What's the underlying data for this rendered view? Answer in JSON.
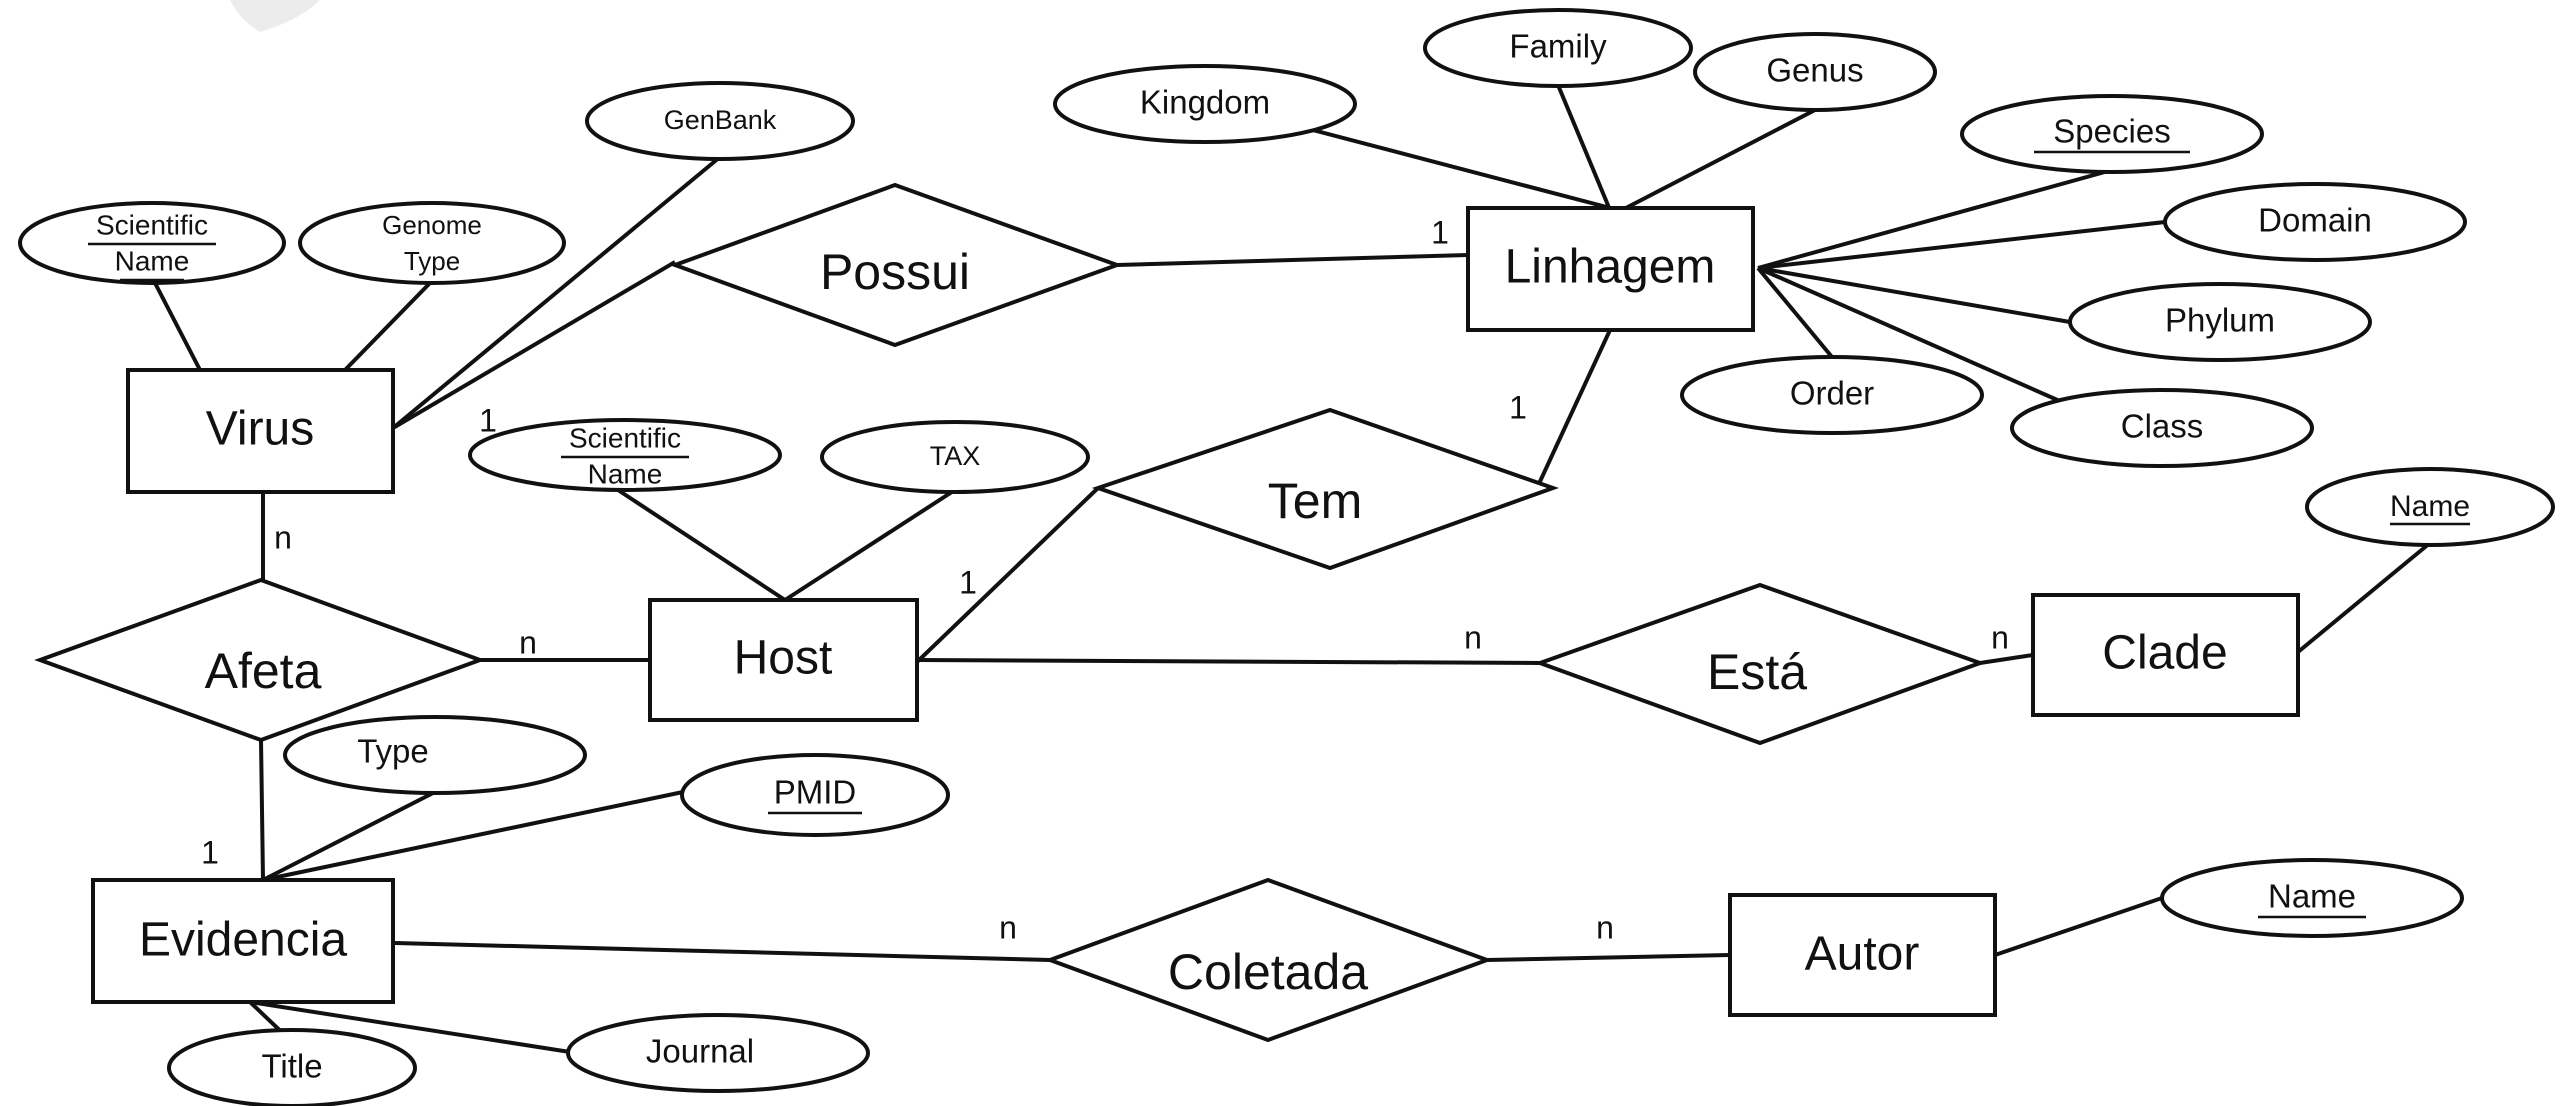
{
  "entities": {
    "virus": "Virus",
    "linhagem": "Linhagem",
    "host": "Host",
    "clade": "Clade",
    "evidencia": "Evidencia",
    "autor": "Autor"
  },
  "relationships": {
    "possui": "Possui",
    "tem": "Tem",
    "afeta": "Afeta",
    "esta": "Está",
    "coletada": "Coletada"
  },
  "attributes": {
    "virus_scientific_name": [
      "Scientific",
      "Name"
    ],
    "virus_genome_type": [
      "Genome",
      "Type"
    ],
    "virus_genbank": "GenBank",
    "linhagem_kingdom": "Kingdom",
    "linhagem_family": "Family",
    "linhagem_genus": "Genus",
    "linhagem_species": "Species",
    "linhagem_domain": "Domain",
    "linhagem_phylum": "Phylum",
    "linhagem_order": "Order",
    "linhagem_class": "Class",
    "host_scientific_name": [
      "Scientific",
      "Name"
    ],
    "host_tax": "TAX",
    "clade_name": "Name",
    "afeta_type": "Type",
    "evidencia_pmid": "PMID",
    "evidencia_title": "Title",
    "evidencia_journal": "Journal",
    "autor_name": "Name"
  },
  "cardinalities": {
    "possui_linhagem": "1",
    "possui_virus": "1",
    "tem_linhagem": "1",
    "tem_host": "1",
    "afeta_virus": "n",
    "afeta_host": "n",
    "afeta_evidencia": "1",
    "esta_host": "n",
    "esta_clade": "n",
    "coletada_evidencia": "n",
    "coletada_autor": "n"
  }
}
